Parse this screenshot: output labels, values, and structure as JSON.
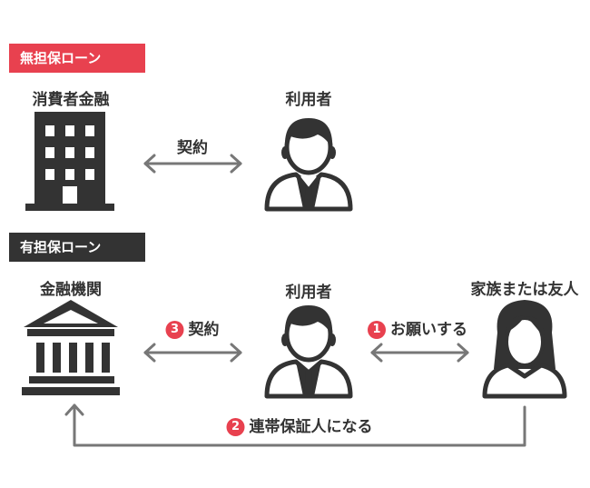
{
  "colors": {
    "red_accent": "#e8414f",
    "dark": "#333333",
    "arrow": "#777777"
  },
  "unsecured": {
    "badge": "無担保ローン",
    "lender": "消費者金融",
    "user": "利用者",
    "contract": "契約",
    "lender_icon": "office-building-icon",
    "user_icon": "businessman-icon"
  },
  "secured": {
    "badge": "有担保ローン",
    "lender": "金融機関",
    "user": "利用者",
    "guarantor": "家族または友人",
    "contract": {
      "num": "3",
      "label": "契約"
    },
    "request": {
      "num": "1",
      "label": "お願いする"
    },
    "guarantee": {
      "num": "2",
      "label": "連帯保証人になる"
    },
    "lender_icon": "bank-icon",
    "user_icon": "businessman-icon",
    "guarantor_icon": "woman-icon"
  }
}
